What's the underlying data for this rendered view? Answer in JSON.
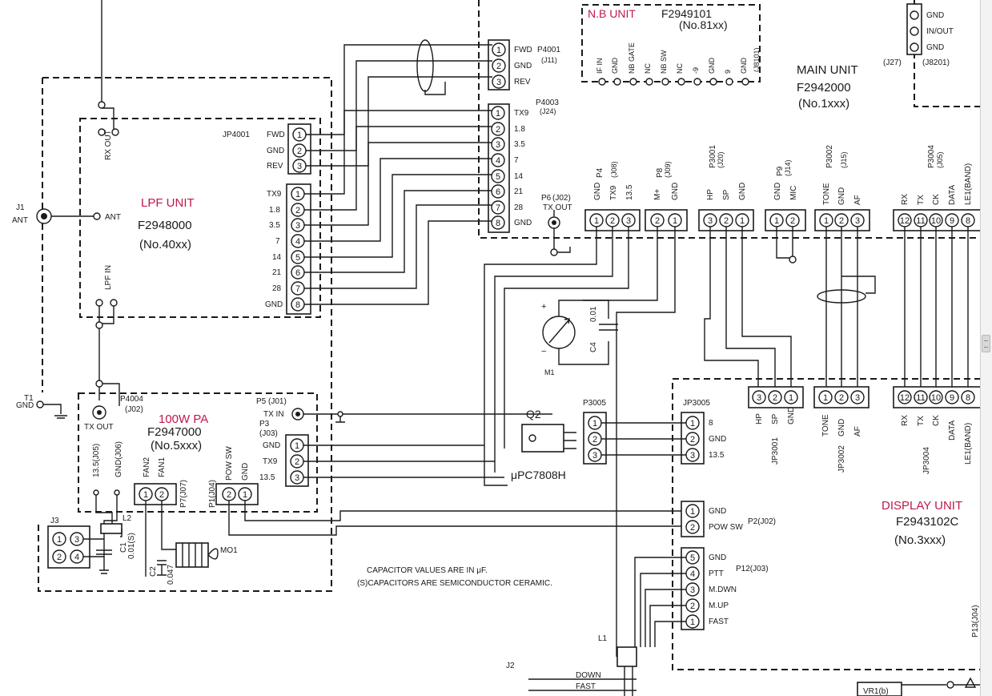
{
  "units": {
    "nb": {
      "name": "N.B UNIT",
      "part": "F2949101",
      "no": "(No.81xx)"
    },
    "main": {
      "name": "MAIN UNIT",
      "part": "F2942000",
      "no": "(No.1xxx)"
    },
    "lpf": {
      "name": "LPF UNIT",
      "part": "F2948000",
      "no": "(No.40xx)"
    },
    "pa": {
      "name": "100W PA",
      "part": "F2947000",
      "no": "(No.5xxx)"
    },
    "display": {
      "name": "DISPLAY UNIT",
      "part": "F2943102C",
      "no": "(No.3xxx)"
    }
  },
  "nb_pins": [
    "IF IN",
    "GND",
    "NB GATE",
    "NC",
    "NB SW",
    "NC",
    "-9",
    "GND",
    "9",
    "GND",
    "(J8101)"
  ],
  "j27": {
    "label": "(J27)",
    "j8201": "(J8201)",
    "pins": [
      "GND",
      "IN/OUT",
      "GND"
    ]
  },
  "p4001": {
    "name": "P4001",
    "ref": "(J11)",
    "pins": [
      "FWD",
      "GND",
      "REV"
    ]
  },
  "p4003": {
    "name": "P4003",
    "ref": "(J24)",
    "pins": [
      "TX9",
      "1.8",
      "3.5",
      "7",
      "14",
      "21",
      "28",
      "GND"
    ]
  },
  "jp4001": {
    "name": "JP4001",
    "pins": [
      "FWD",
      "GND",
      "REV"
    ],
    "band_pins": [
      "TX9",
      "1.8",
      "3.5",
      "7",
      "14",
      "21",
      "28",
      "GND"
    ]
  },
  "lpf_labels": {
    "rx_out": "RX OUT",
    "ant": "ANT",
    "lpf_in": "LPF IN"
  },
  "j1": {
    "name": "J1",
    "label": "ANT"
  },
  "t1": {
    "name": "T1",
    "label": "GND"
  },
  "p4": {
    "name": "P4",
    "ref": "(J08)",
    "pins": [
      "GND",
      "TX9",
      "13.5"
    ]
  },
  "p8": {
    "name": "P8",
    "ref": "(J09)",
    "pins": [
      "M+",
      "GND"
    ]
  },
  "p3001": {
    "name": "P3001",
    "ref": "(J20)",
    "pins": [
      "HP",
      "SP",
      "GND"
    ]
  },
  "p9": {
    "name": "P9",
    "ref": "(J14)",
    "pins": [
      "GND",
      "MIC"
    ]
  },
  "p3002": {
    "name": "P3002",
    "ref": "(J15)",
    "pins": [
      "TONE",
      "GND",
      "AF"
    ]
  },
  "p3004": {
    "name": "P3004",
    "ref": "(J05)",
    "pins": [
      "RX",
      "TX",
      "CK",
      "DATA",
      "LE1(BAND)"
    ]
  },
  "p6": {
    "name": "P6",
    "ref": "(J02)",
    "label": "TX OUT"
  },
  "meter": {
    "label": "M1",
    "plus": "+",
    "minus": "−",
    "cap_value": "0.01",
    "cap_name": "C4"
  },
  "jp3001": {
    "name": "JP3001",
    "pins": [
      "HP",
      "SP",
      "GND"
    ]
  },
  "jp3002": {
    "name": "JP3002",
    "pins": [
      "TONE",
      "GND",
      "AF"
    ]
  },
  "jp3004": {
    "name": "JP3004",
    "pins": [
      "RX",
      "TX",
      "CK",
      "DATA",
      "LE1(BAND)"
    ]
  },
  "p3005": {
    "name": "P3005"
  },
  "jp3005": {
    "name": "JP3005",
    "pins": [
      "8",
      "GND",
      "13.5"
    ]
  },
  "q2": {
    "name": "Q2",
    "part": "μPC7808H"
  },
  "pa_labels": {
    "p4004": "P4004",
    "p4004_ref": "(J02)",
    "tx_out": "TX OUT",
    "p5": "P5 (J01)",
    "tx_in": "TX IN",
    "p3": "P3",
    "p3_ref": "(J03)",
    "p3_pins": [
      "GND",
      "TX9",
      "13.5"
    ],
    "j05": "13.5(J05)",
    "j06": "GND(J06)",
    "fan2": "FAN2",
    "fan1": "FAN1",
    "p7": "P7(J07)",
    "p1": "P1(J04)",
    "pow_sw": "POW SW",
    "gnd": "GND"
  },
  "j3": {
    "name": "J3"
  },
  "l2": "L2",
  "c1": {
    "name": "C1",
    "value": "0.01(S)"
  },
  "c2": {
    "name": "C2",
    "value": "0.047"
  },
  "mo1": "MO1",
  "p2": {
    "name": "P2(J02)",
    "pins": [
      "GND",
      "POW SW"
    ]
  },
  "p12": {
    "name": "P12(J03)",
    "pins": [
      "GND",
      "PTT",
      "M.DWN",
      "M.UP",
      "FAST"
    ]
  },
  "p13": "P13(J04)",
  "l1": "L1",
  "j2": {
    "name": "J2",
    "pins": [
      "DOWN",
      "FAST"
    ]
  },
  "vr1": "VR1(b)",
  "note": {
    "line1": "CAPACITOR VALUES ARE IN μF.",
    "line2": "(S)CAPACITORS ARE SEMICONDUCTOR CERAMIC."
  },
  "colors": {
    "unit_label": "#c0184a",
    "ink": "#1a1a1a"
  }
}
